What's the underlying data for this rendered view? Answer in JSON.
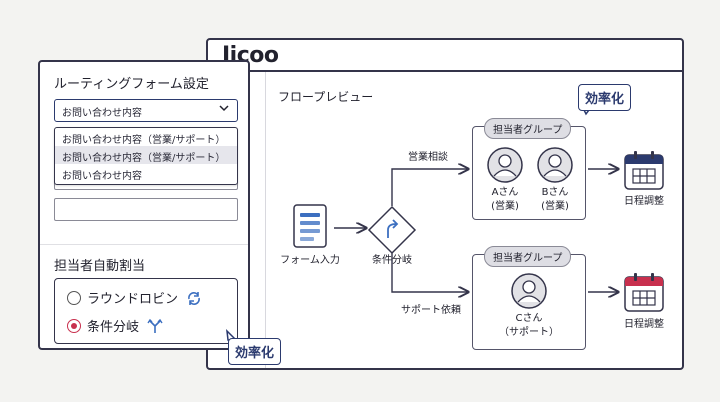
{
  "app": {
    "logo": "Jicoo"
  },
  "routing_panel": {
    "title": "ルーティングフォーム設定",
    "select": {
      "value": "お問い合わせ内容"
    },
    "dropdown_options": [
      "お問い合わせ内容（営業/サポート）",
      "お問い合わせ内容（営業/サポート）",
      "お問い合わせ内容"
    ],
    "assign_title": "担当者自動割当",
    "radio_options": [
      {
        "label": "ラウンドロビン",
        "checked": false
      },
      {
        "label": "条件分岐",
        "checked": true
      }
    ],
    "efficiency_badge": "効率化"
  },
  "flow": {
    "title": "フロープレビュー",
    "efficiency_badge": "効率化",
    "form_input_label": "フォーム入力",
    "condition_label": "条件分岐",
    "sales_edge_label": "営業相談",
    "support_edge_label": "サポート依頼",
    "group_top": {
      "label": "担当者グループ",
      "members": [
        {
          "line1": "Aさん",
          "line2": "(営業)"
        },
        {
          "line1": "Bさん",
          "line2": "(営業)"
        }
      ]
    },
    "group_bottom": {
      "label": "担当者グループ",
      "members": [
        {
          "line1": "Cさん",
          "line2": "（サポート）"
        }
      ]
    },
    "schedule_label_top": "日程調整",
    "schedule_label_bottom": "日程調整"
  },
  "colors": {
    "navy": "#2b3a6e",
    "calendar_top": "#2b3a6e",
    "calendar_bottom": "#c8304e",
    "radio_accent": "#c8304e",
    "icon_blue": "#3c6fc0"
  }
}
